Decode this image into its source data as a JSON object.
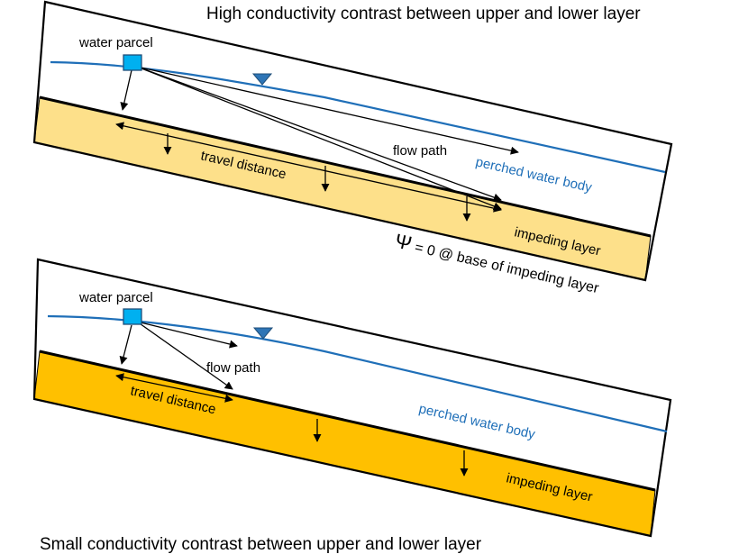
{
  "top_panel": {
    "title": "High conductivity contrast between upper and lower layer",
    "water_parcel_label": "water parcel",
    "flow_path_label": "flow path",
    "travel_distance_label": "travel distance",
    "perched_label": "perched water body",
    "impeding_label": "impeding layer",
    "boundary_symbol": "Ψ",
    "boundary_condition": "= 0 @ base of impeding layer"
  },
  "bottom_panel": {
    "title": "Small conductivity contrast between upper and lower layer",
    "water_parcel_label": "water parcel",
    "flow_path_label": "flow path",
    "travel_distance_label": "travel distance",
    "perched_label": "perched water body",
    "impeding_label": "impeding layer"
  },
  "colors": {
    "top_layer_fill": "#fde08a",
    "bottom_layer_fill": "#ffc000",
    "water_table": "#1f6fb8",
    "parcel": "#00b0f0",
    "parcel_outline": "#1f4e79",
    "text_blue": "#1f6fb8"
  },
  "icons": [
    "water-table-triangle-icon",
    "water-parcel-square-icon"
  ]
}
